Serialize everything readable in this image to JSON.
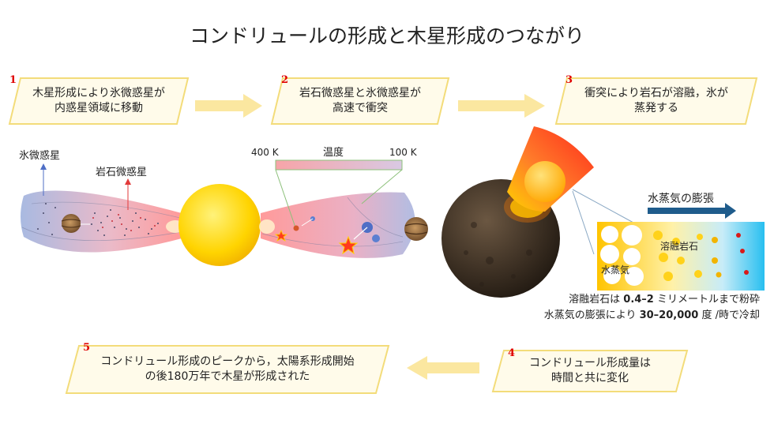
{
  "title": "コンドリュールの形成と木星形成のつながり",
  "steps": [
    {
      "number": "1",
      "line1": "木星形成により氷微惑星が",
      "line2": "内惑星領域に移動"
    },
    {
      "number": "2",
      "line1": "岩石微惑星と氷微惑星が",
      "line2": "高速で衝突"
    },
    {
      "number": "3",
      "line1": "衝突により岩石が溶融，氷が",
      "line2": "蒸発する"
    },
    {
      "number": "4",
      "line1": "コンドリュール形成量は",
      "line2": "時間と共に変化"
    },
    {
      "number": "5",
      "line1": "コンドリュール形成のピークから，太陽系形成開始",
      "line2": "の後180万年で木星が形成された"
    }
  ],
  "labels": {
    "ice_planetesimal": "氷微惑星",
    "rock_planetesimal": "岩石微惑星",
    "temp_label": "温度",
    "temp_left": "400 K",
    "temp_right": "100 K",
    "vapor_expansion": "水蒸気の膨張",
    "molten_rock": "溶融岩石",
    "water_vapor": "水蒸気"
  },
  "note": {
    "line1_prefix": "溶融岩石は ",
    "line1_value": "0.4–2",
    "line1_suffix": " ミリメートルまで粉砕",
    "line2_prefix": "水蒸気の膨張により ",
    "line2_value": "30–20,000",
    "line2_suffix": " 度 /時で冷却"
  },
  "colors": {
    "box_fill": "#fffbea",
    "box_border": "#f3dc7a",
    "arrow": "#fbe7a0",
    "number": "#e00000",
    "sun": "#ffd000",
    "heat_cone": "#ff3a1f",
    "vapor_arrow": "#1f5c8c"
  }
}
